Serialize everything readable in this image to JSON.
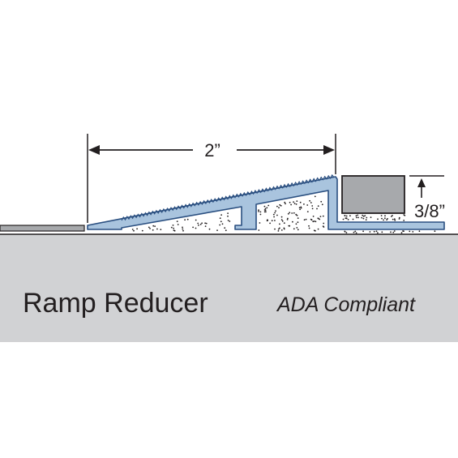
{
  "dimensions": {
    "width_label": "2”",
    "height_label": "3/8”"
  },
  "labels": {
    "title": "Ramp Reducer",
    "subtitle": "ADA Compliant"
  },
  "colors": {
    "substrate": "#d1d2d4",
    "profile_fill": "#a9c4de",
    "profile_stroke": "#2a4f80",
    "adjacent_floor": "#a7a9ac",
    "tile": "#a7a9ac",
    "adhesive_dots": "#231f20",
    "line": "#231f20",
    "text": "#231f20"
  }
}
